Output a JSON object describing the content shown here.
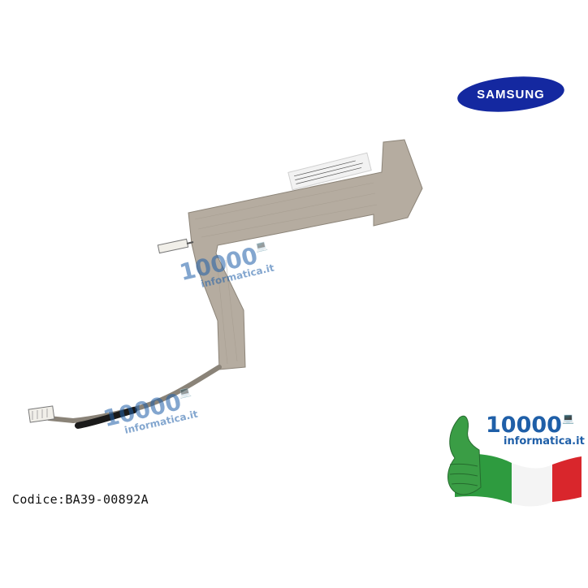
{
  "brand": {
    "name": "SAMSUNG",
    "color": "#1428a0"
  },
  "watermarks": [
    {
      "number": "10000",
      "domain": "informatica.it",
      "icon": "laptop-icon"
    },
    {
      "number": "10000",
      "domain": "informatica.it",
      "icon": "laptop-icon"
    }
  ],
  "seal": {
    "number": "10000",
    "domain": "informatica.it",
    "icon": "laptop-icon",
    "flag_colors": [
      "#2e9b3f",
      "#ffffff",
      "#d9262c"
    ]
  },
  "product": {
    "code_label": "Codice:BA39-00892A"
  },
  "colors": {
    "cable": "#b5aca0",
    "cable_edge": "#8c8478",
    "label_sticker": "#f2f2f2",
    "watermark": "#1f5fa8"
  }
}
